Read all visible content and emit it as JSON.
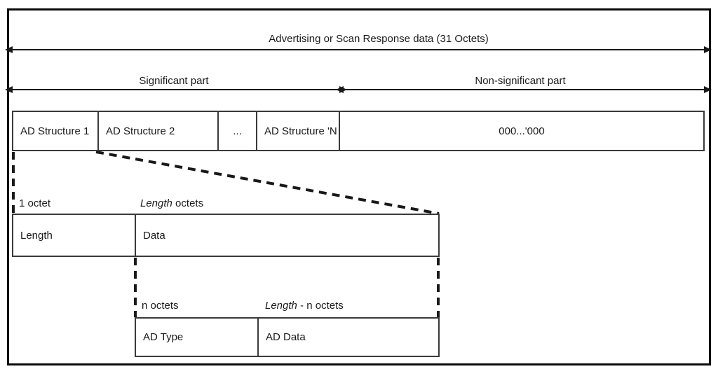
{
  "figure": {
    "title": "Advertising or Scan Response data (31 Octets)",
    "colors": {
      "frame": "#0a0a0a",
      "box_border": "#3a3a3a",
      "text": "#1a1a1a",
      "background": "#ffffff"
    }
  },
  "top_scale": {
    "label": "Advertising or Scan Response data (31 Octets)"
  },
  "part_scale": {
    "significant_label": "Significant part",
    "non_significant_label": "Non-significant part"
  },
  "main_strip": {
    "cells": [
      {
        "label": "AD Structure 1"
      },
      {
        "label": "AD Structure 2"
      },
      {
        "label": "..."
      },
      {
        "label": "AD Structure 'N"
      },
      {
        "label": "000...'000"
      }
    ]
  },
  "length_strip": {
    "size_labels": {
      "first": "1 octet",
      "second_italic": "Length",
      "second_rest": " octets"
    },
    "cells": [
      {
        "label": "Length"
      },
      {
        "label": "Data"
      }
    ]
  },
  "adtype_strip": {
    "size_labels": {
      "first": "n octets",
      "second_italic": "Length",
      "second_rest": " - n octets"
    },
    "cells": [
      {
        "label": "AD Type"
      },
      {
        "label": "AD Data"
      }
    ]
  }
}
